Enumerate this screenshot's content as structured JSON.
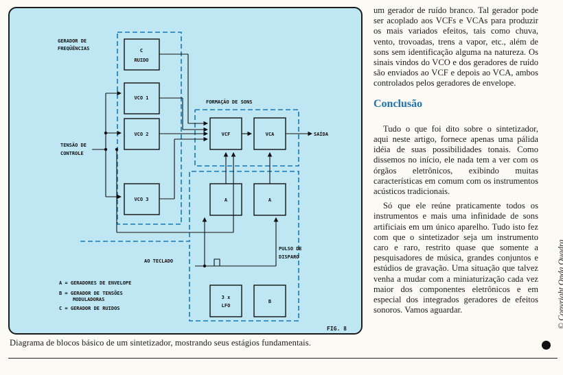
{
  "figure": {
    "label": "FIG. 8",
    "blocks": {
      "noise": [
        "C",
        "RUIDO"
      ],
      "vco1": "VCO 1",
      "vco2": "VCO 2",
      "vco3": "VCO 3",
      "vcf": "VCF",
      "vca": "VCA",
      "env1": "A",
      "env2": "A",
      "lfo": [
        "3 x",
        "LFO"
      ],
      "b_block": "B"
    },
    "labels": {
      "gen_freq": [
        "GERADOR DE",
        "FREQÜÊNCIAS"
      ],
      "tensao": [
        "TENSÃO DE",
        "CONTROLE"
      ],
      "formacao": "FORMAÇÃO DE SONS",
      "saida": "SAÍDA",
      "teclado": "AO TECLADO",
      "pulso": [
        "PULSO DE",
        "DISPARO"
      ]
    },
    "legend": [
      "A = GERADORES DE ENVELOPE",
      "B = GERADOR DE TENSÕES",
      "MODULADORAS",
      "C = GERADOR DE RUIDOS"
    ]
  },
  "caption": "Diagrama de blocos básico de um sintetizador, mostrando seus estágios fundamentais.",
  "article": {
    "para1": "um gerador de ruído branco. Tal gerador pode ser acoplado aos VCFs e VCAs para produzir os mais variados efeitos, tais como chuva, vento, trovoadas, trens a vapor, etc., além de sons sem identificação alguma na natureza. Os sinais vindos do VCO e dos geradores de ruído são enviados ao VCF e depois ao VCA, ambos controlados pelos geradores de envelope.",
    "heading": "Conclusão",
    "para2": "Tudo o que foi dito sobre o sintetizador, aqui neste artigo, fornece apenas uma pálida idéia de suas possibilidades tonais. Como dissemos no início, ele nada tem a ver com os órgãos eletrônicos, exibindo muitas características em comum com os instrumentos acústicos tradicionais.",
    "para3": "Só que ele reúne praticamente todos os instrumentos e mais uma infinidade de sons artificiais em um único aparelho. Tudo isto fez com que o sintetizador seja um instrumento caro e raro, restrito quase que somente a pesquisadores de música, grandes conjuntos e estúdios de gravação. Uma situação que talvez venha a mudar com a miniaturização cada vez maior dos componentes eletrônicos e em especial dos integrados geradores de efeitos sonoros. Vamos aguardar."
  },
  "copyright": "© Copyright Onda Quadra",
  "colors": {
    "panel": "#bfe6f3",
    "heading": "#1f73b0"
  }
}
